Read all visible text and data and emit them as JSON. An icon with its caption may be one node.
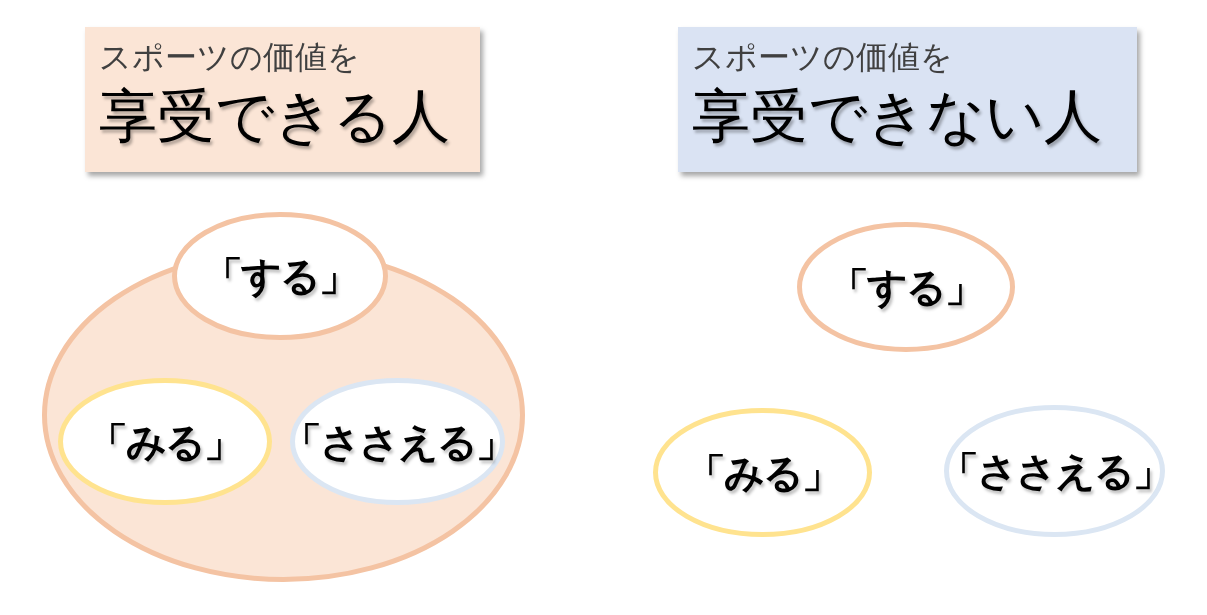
{
  "diagram": {
    "nodes": [
      {
        "text": [
          "スポーツの価値を",
          "享受できる人"
        ]
      },
      {
        "text": [
          "スポーツの価値を",
          "享受できない人"
        ]
      },
      {
        "text": [],
        "shape": "circle"
      },
      {
        "text": [
          "「する」"
        ]
      },
      {
        "text": [
          "「みる」"
        ],
        "in": 2
      },
      {
        "text": [
          "「ささえる」"
        ],
        "in": 2
      },
      {
        "text": [
          "「する」"
        ]
      },
      {
        "text": [
          "「みる」"
        ]
      },
      {
        "text": [
          "「ささえる」"
        ]
      }
    ]
  }
}
